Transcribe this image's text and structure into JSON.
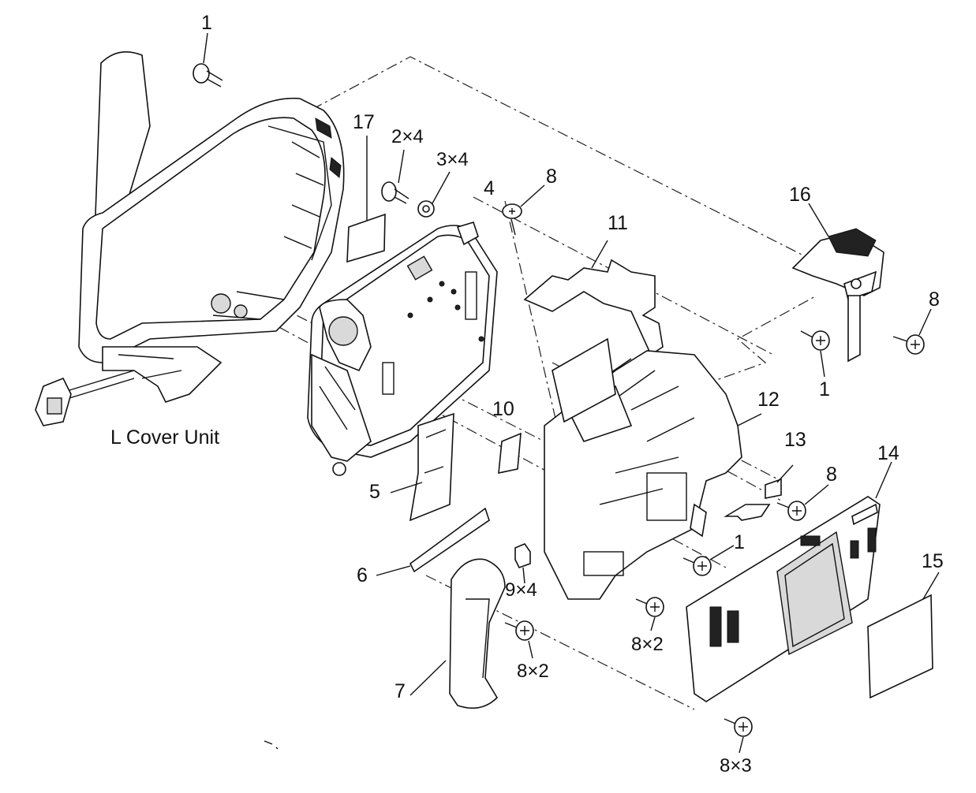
{
  "title": "L Cover Unit",
  "callouts": [
    {
      "id": "c1a",
      "text": "1"
    },
    {
      "id": "c17",
      "text": "17"
    },
    {
      "id": "c2x4",
      "text": "2×4"
    },
    {
      "id": "c3x4",
      "text": "3×4"
    },
    {
      "id": "c4",
      "text": "4"
    },
    {
      "id": "c8a",
      "text": "8"
    },
    {
      "id": "c11",
      "text": "11"
    },
    {
      "id": "c16",
      "text": "16"
    },
    {
      "id": "c8b",
      "text": "8"
    },
    {
      "id": "c1b",
      "text": "1"
    },
    {
      "id": "c12",
      "text": "12"
    },
    {
      "id": "c10",
      "text": "10"
    },
    {
      "id": "c13",
      "text": "13"
    },
    {
      "id": "c14",
      "text": "14"
    },
    {
      "id": "c8c",
      "text": "8"
    },
    {
      "id": "c5",
      "text": "5"
    },
    {
      "id": "c1c",
      "text": "1"
    },
    {
      "id": "c15",
      "text": "15"
    },
    {
      "id": "c6",
      "text": "6"
    },
    {
      "id": "c9x4",
      "text": "9×4"
    },
    {
      "id": "c8x2a",
      "text": "8×2"
    },
    {
      "id": "c8x2b",
      "text": "8×2"
    },
    {
      "id": "c7",
      "text": "7"
    },
    {
      "id": "c8x3",
      "text": "8×3"
    }
  ]
}
